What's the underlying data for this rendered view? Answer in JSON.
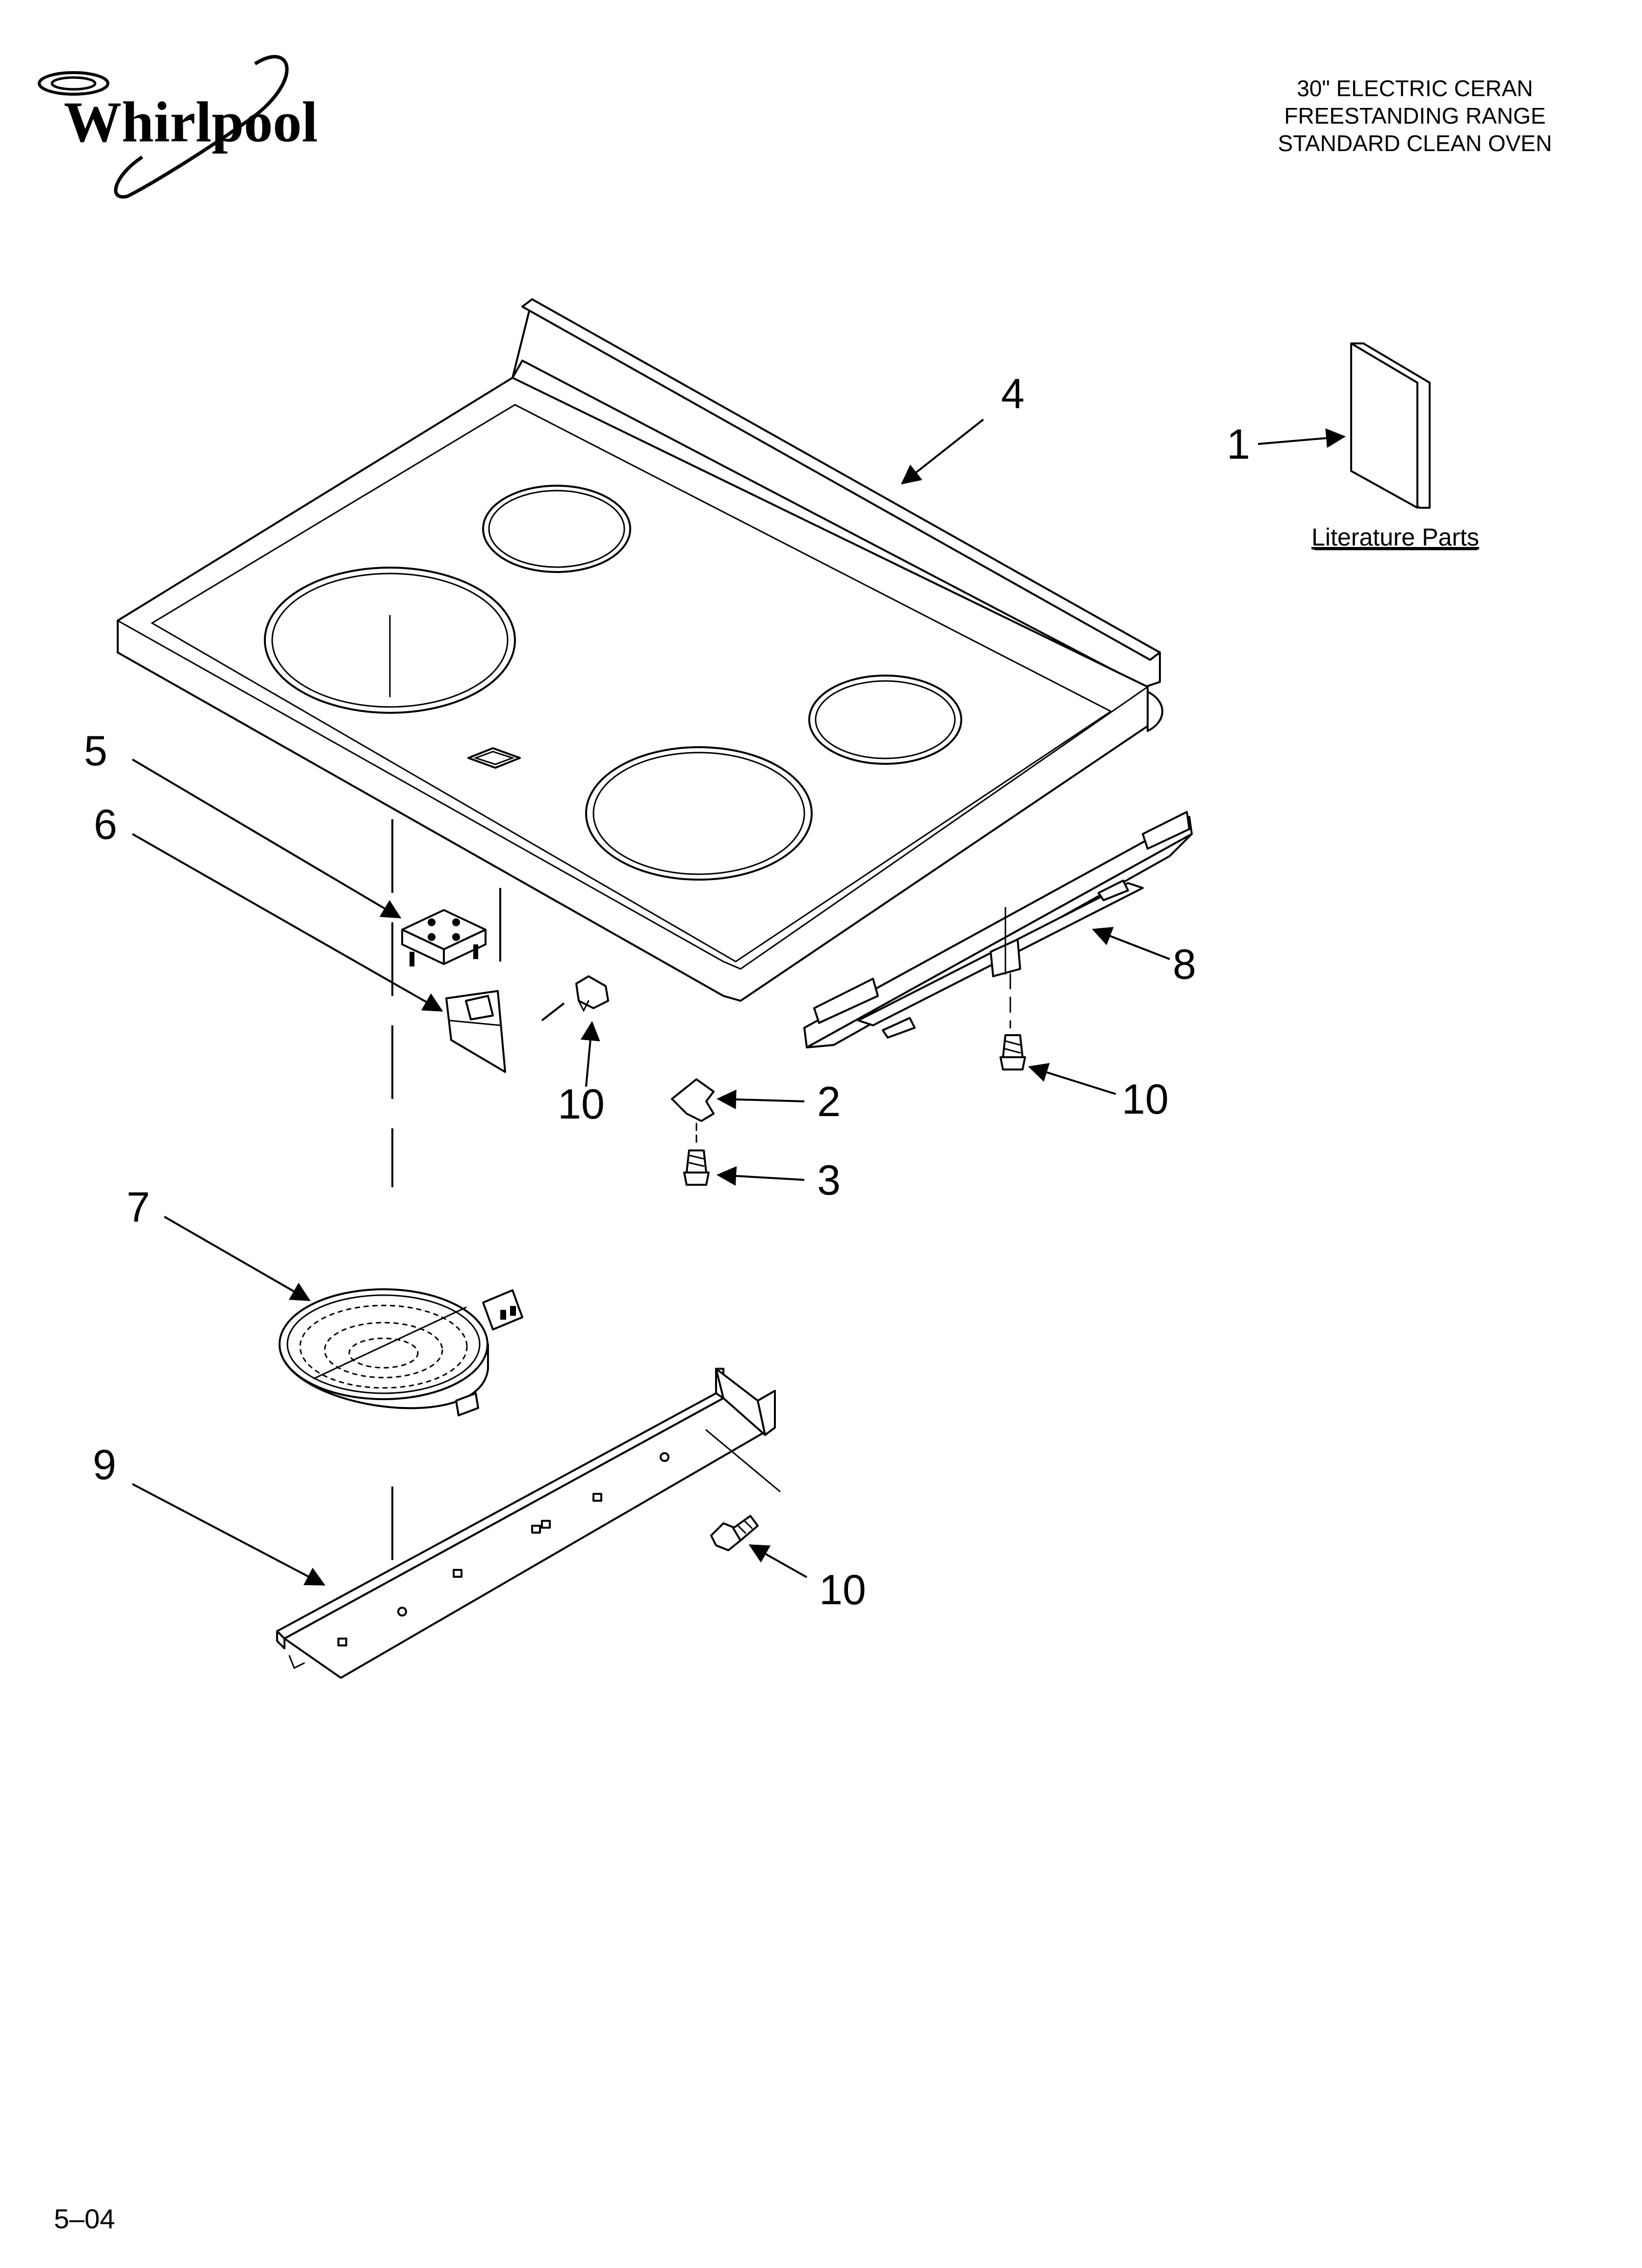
{
  "brand": {
    "name": "Whirlpool"
  },
  "header": {
    "lines": [
      "30\" ELECTRIC CERAN",
      "FREESTANDING RANGE",
      "STANDARD CLEAN OVEN"
    ]
  },
  "literature": {
    "label": "Literature Parts"
  },
  "callouts": {
    "c1": "1",
    "c2": "2",
    "c3": "3",
    "c4": "4",
    "c5": "5",
    "c6": "6",
    "c7": "7",
    "c8": "8",
    "c9": "9",
    "c10a": "10",
    "c10b": "10",
    "c10c": "10"
  },
  "footer": {
    "page": "5–04"
  }
}
